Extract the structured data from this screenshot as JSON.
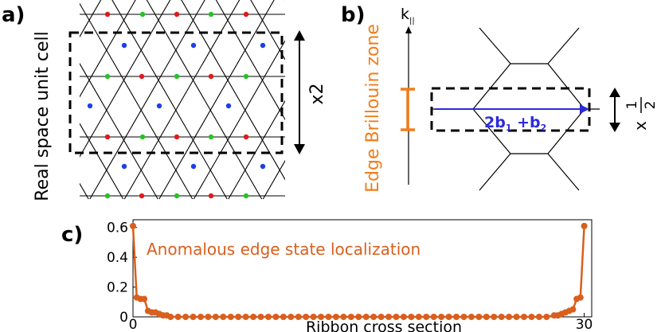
{
  "panel_a": {
    "letter": "a)",
    "side_label": "Real space unit cell",
    "scale_label": "x2",
    "colors": {
      "line": "#000000",
      "red": "#e0191c",
      "green": "#27c227",
      "blue": "#1f3fe6",
      "box": "#000000"
    }
  },
  "panel_b": {
    "letter": "b)",
    "axis_label_main": "k",
    "axis_label_sub": "||",
    "zone_label": "Edge Brillouin zone",
    "vector_label_parts": [
      "2b",
      "1",
      " +b",
      "2"
    ],
    "scale_prefix": "x",
    "scale_numerator": "1",
    "scale_denominator": "2",
    "colors": {
      "orange": "#f07d19",
      "vector": "#2b2bdc",
      "line": "#000000"
    }
  },
  "panel_c": {
    "letter": "c)",
    "annotation": "Anomalous edge state localization",
    "xlabel": "Ribbon cross section",
    "color": "#d95f1d"
  },
  "chart_data": {
    "type": "line",
    "xlabel": "Ribbon cross section",
    "ylabel": "",
    "xlim": [
      0,
      30.5
    ],
    "ylim": [
      0,
      0.62
    ],
    "x_ticks": [
      0,
      30
    ],
    "y_ticks": [
      0,
      0.2,
      0.4,
      0.6
    ],
    "x_tick_labels": [
      "0",
      "30"
    ],
    "y_tick_labels": [
      "0",
      "0.2",
      "0.4",
      "0.6"
    ],
    "series": [
      {
        "values": [
          [
            0,
            0.61
          ],
          [
            0.25,
            0.13
          ],
          [
            0.5,
            0.12
          ],
          [
            0.75,
            0.12
          ],
          [
            1.0,
            0.04
          ],
          [
            1.25,
            0.03
          ],
          [
            1.5,
            0.03
          ],
          [
            1.75,
            0.02
          ],
          [
            2.0,
            0.01
          ],
          [
            2.25,
            0.01
          ],
          [
            2.5,
            0.0
          ],
          [
            3,
            0.0
          ],
          [
            3.5,
            0.0
          ],
          [
            4,
            0.0
          ],
          [
            4.5,
            0.0
          ],
          [
            5,
            0.0
          ],
          [
            5.5,
            0.0
          ],
          [
            6,
            0.0
          ],
          [
            6.5,
            0.0
          ],
          [
            7,
            0.0
          ],
          [
            7.5,
            0.0
          ],
          [
            8,
            0.0
          ],
          [
            8.5,
            0.0
          ],
          [
            9,
            0.0
          ],
          [
            9.5,
            0.0
          ],
          [
            10,
            0.0
          ],
          [
            10.5,
            0.0
          ],
          [
            11,
            0.0
          ],
          [
            11.5,
            0.0
          ],
          [
            12,
            0.0
          ],
          [
            12.5,
            0.0
          ],
          [
            13,
            0.0
          ],
          [
            13.5,
            0.0
          ],
          [
            14,
            0.0
          ],
          [
            14.5,
            0.0
          ],
          [
            15,
            0.0
          ],
          [
            15.5,
            0.0
          ],
          [
            16,
            0.0
          ],
          [
            16.5,
            0.0
          ],
          [
            17,
            0.0
          ],
          [
            17.5,
            0.0
          ],
          [
            18,
            0.0
          ],
          [
            18.5,
            0.0
          ],
          [
            19,
            0.0
          ],
          [
            19.5,
            0.0
          ],
          [
            20,
            0.0
          ],
          [
            20.5,
            0.0
          ],
          [
            21,
            0.0
          ],
          [
            21.5,
            0.0
          ],
          [
            22,
            0.0
          ],
          [
            22.5,
            0.0
          ],
          [
            23,
            0.0
          ],
          [
            23.5,
            0.0
          ],
          [
            24,
            0.0
          ],
          [
            24.5,
            0.0
          ],
          [
            25,
            0.0
          ],
          [
            25.5,
            0.0
          ],
          [
            26,
            0.0
          ],
          [
            26.5,
            0.0
          ],
          [
            27,
            0.0
          ],
          [
            27.5,
            0.0
          ],
          [
            28,
            0.01
          ],
          [
            28.25,
            0.01
          ],
          [
            28.5,
            0.02
          ],
          [
            28.75,
            0.03
          ],
          [
            29.0,
            0.04
          ],
          [
            29.25,
            0.05
          ],
          [
            29.5,
            0.12
          ],
          [
            29.75,
            0.13
          ],
          [
            30,
            0.61
          ]
        ]
      }
    ]
  }
}
